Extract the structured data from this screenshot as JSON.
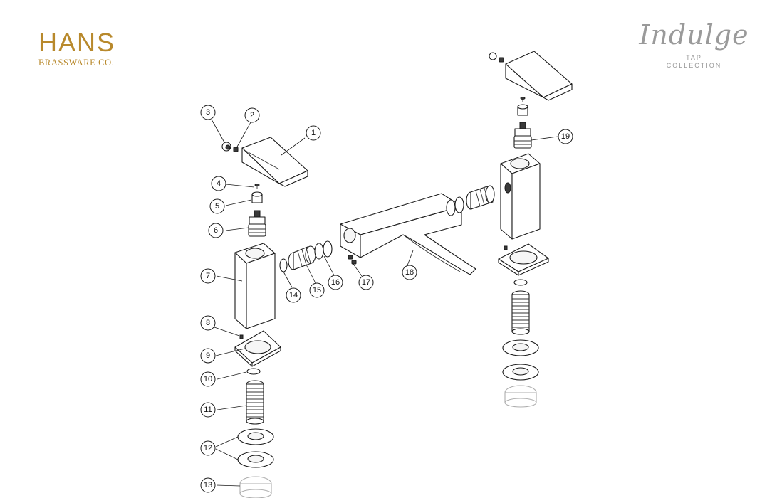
{
  "brand": {
    "name": "HANS",
    "subtitle": "BRASSWARE CO."
  },
  "collection": {
    "name": "Indulge",
    "line1": "TAP",
    "line2": "COLLECTION"
  },
  "callouts": [
    "1",
    "2",
    "3",
    "4",
    "5",
    "6",
    "7",
    "8",
    "9",
    "10",
    "11",
    "12",
    "13",
    "14",
    "15",
    "16",
    "17",
    "18",
    "19"
  ]
}
